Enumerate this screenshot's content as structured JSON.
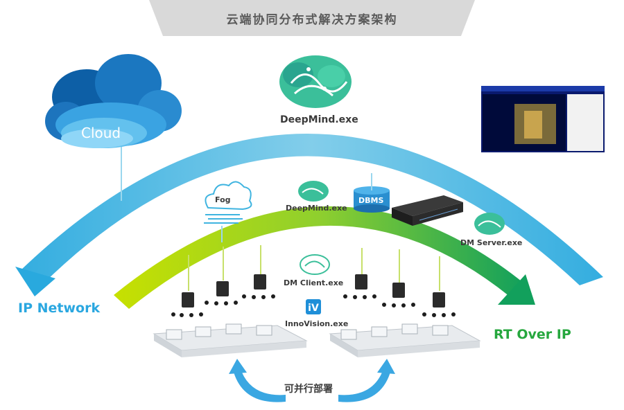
{
  "banner": {
    "title": "云端协同分布式解决方案架构"
  },
  "cloud": {
    "label": "Cloud"
  },
  "deepmind_top": {
    "label": "DeepMind.exe"
  },
  "left_arc": {
    "label": "IP Network"
  },
  "right_arc": {
    "label": "RT Over IP"
  },
  "fog": {
    "label": "Fog"
  },
  "deepmind_mid": {
    "label": "DeepMind.exe"
  },
  "dbms": {
    "label": "DBMS"
  },
  "dm_server": {
    "label": "DM Server.exe"
  },
  "dm_client": {
    "label": "DM Client.exe"
  },
  "innovision": {
    "label": "InnoVision.exe"
  },
  "parallel": {
    "label": "可并行部署"
  },
  "colors": {
    "banner_bg": "#d9d9d9",
    "outer_arc": "#3fb4e0",
    "inner_arc_start": "#9ccc2a",
    "inner_arc_end": "#17a35a",
    "label_blue": "#2aa7e0",
    "label_green": "#26a73e",
    "brain": "#3bbf9a"
  }
}
